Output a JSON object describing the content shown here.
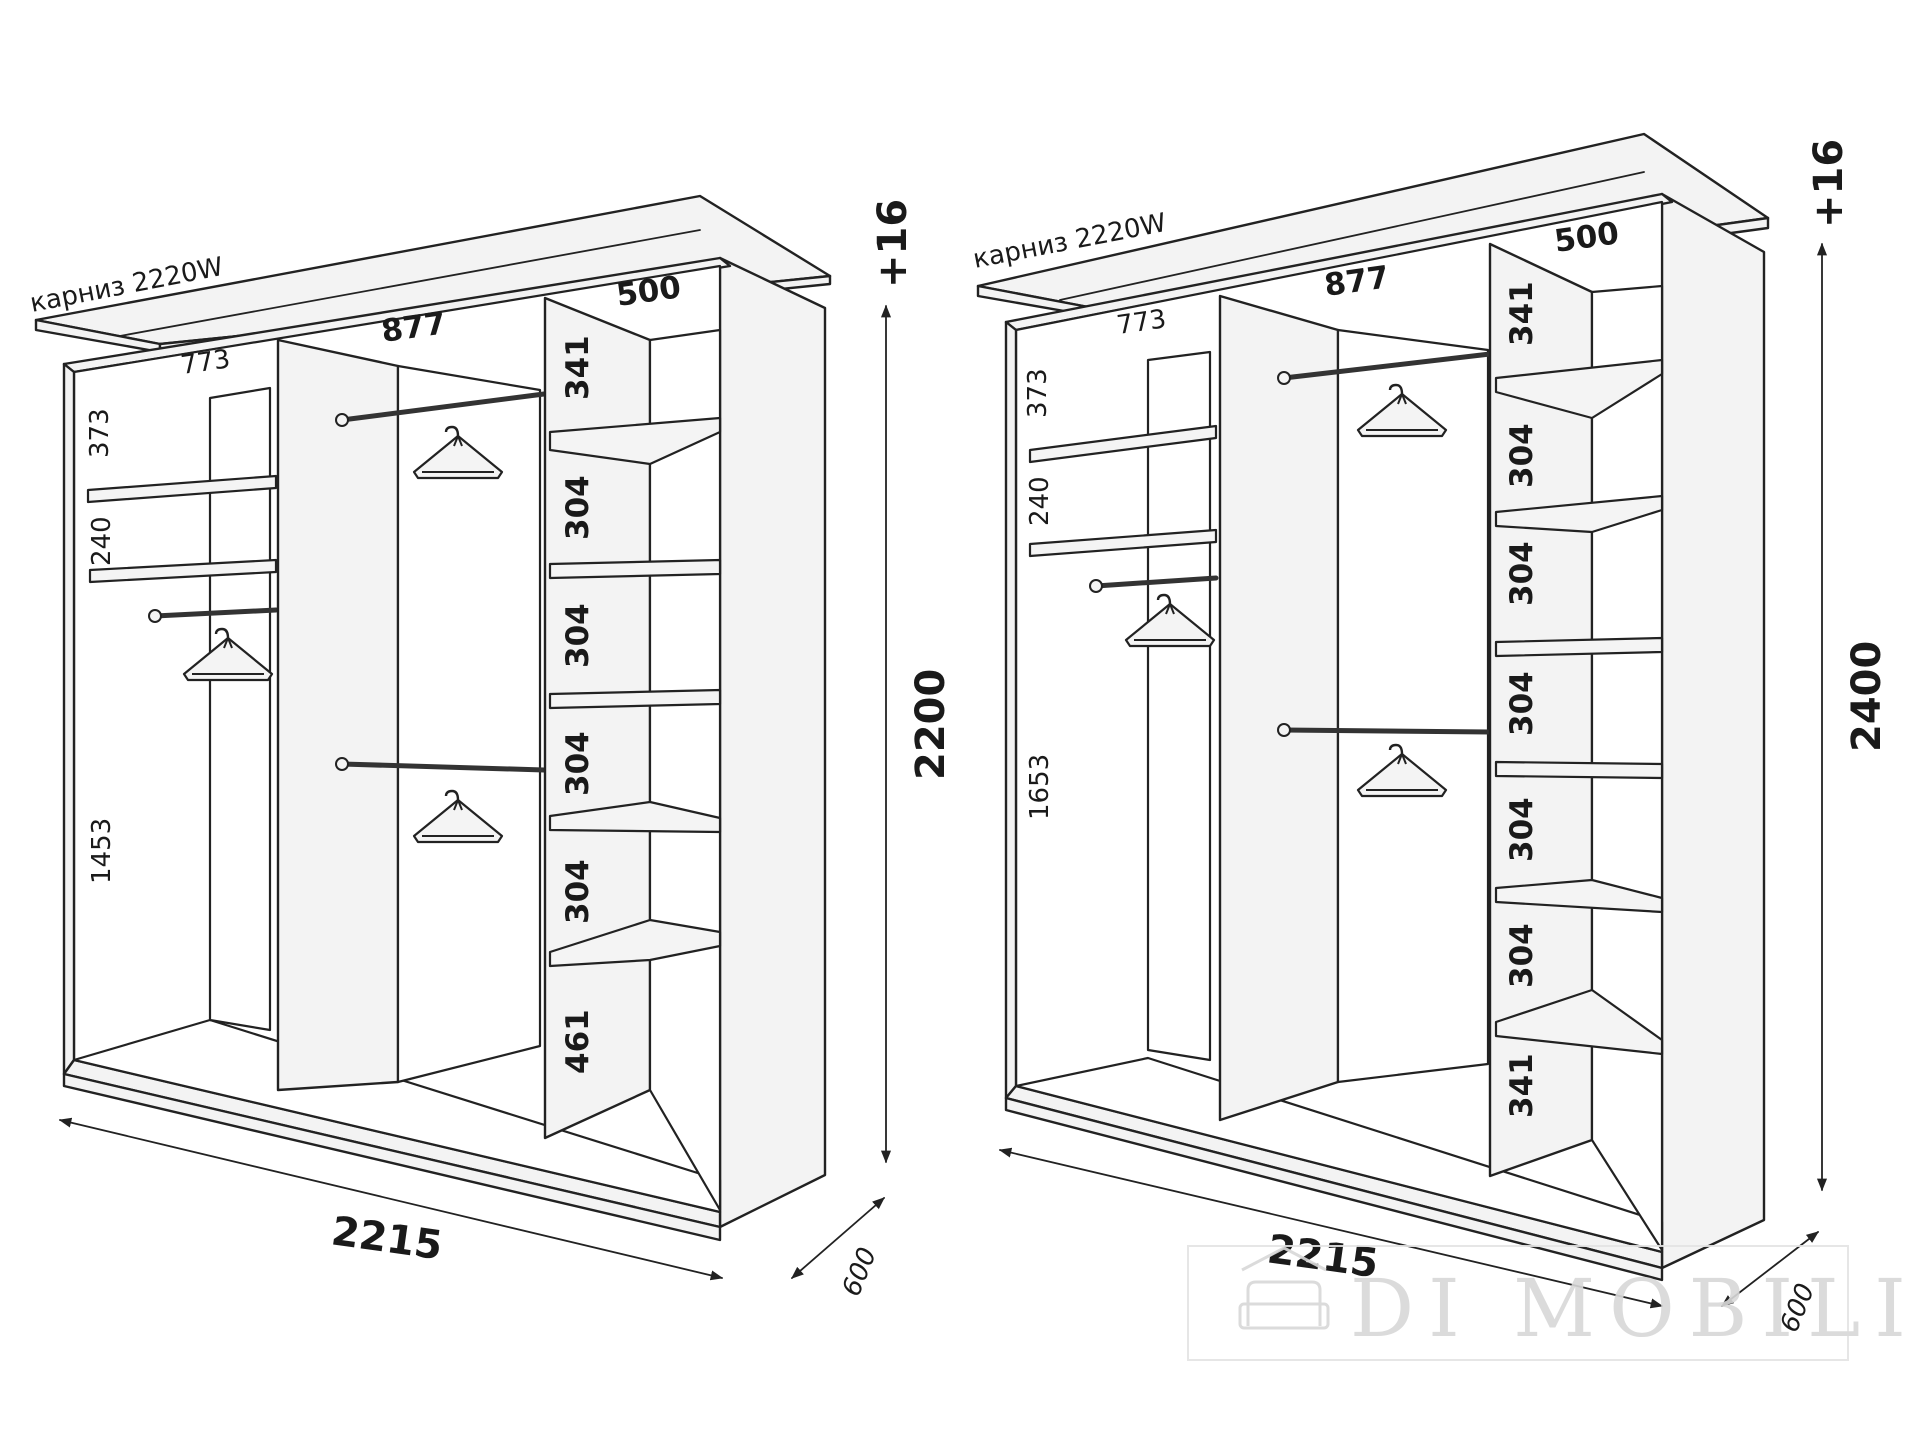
{
  "left_wardrobe": {
    "cornice_label": "карниз 2220W",
    "total_width": "2215",
    "depth": "600",
    "height": "2200",
    "height_extra": "+16",
    "left_section_width": "773",
    "middle_section_width": "877",
    "right_section_width": "500",
    "left_heights": [
      "373",
      "240",
      "1453"
    ],
    "right_shelf_heights": [
      "341",
      "304",
      "304",
      "304",
      "304",
      "461"
    ]
  },
  "right_wardrobe": {
    "cornice_label": "карниз 2220W",
    "total_width": "2215",
    "depth": "600",
    "height": "2400",
    "height_extra": "+16",
    "left_section_width": "773",
    "middle_section_width": "877",
    "right_section_width": "500",
    "left_heights": [
      "373",
      "240",
      "1653"
    ],
    "right_shelf_heights": [
      "341",
      "304",
      "304",
      "304",
      "304",
      "304",
      "341"
    ]
  },
  "watermark": "DI MOBILI"
}
